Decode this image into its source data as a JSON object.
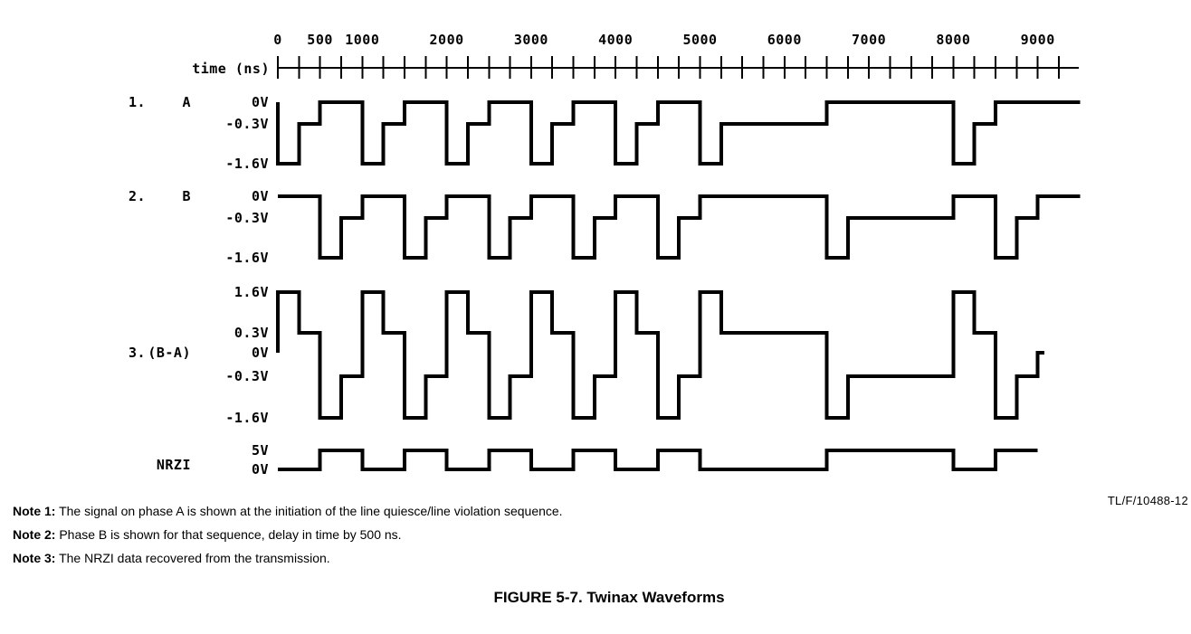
{
  "chart_data": {
    "type": "timing-waveform",
    "x_axis": {
      "label": "time (ns)",
      "tick_min": 0,
      "tick_max": 9250,
      "tick_step": 250,
      "labeled_ticks": [
        0,
        500,
        1000,
        2000,
        3000,
        4000,
        5000,
        6000,
        7000,
        8000,
        9000
      ]
    },
    "signals": [
      {
        "number": "1.",
        "name": "A",
        "unit": "V",
        "level_labels": [
          "0V",
          "-0.3V",
          "-1.6V"
        ],
        "segments_ns": [
          [
            0,
            0,
            "0V"
          ],
          [
            0,
            250,
            "-1.6V"
          ],
          [
            250,
            500,
            "-0.3V"
          ],
          [
            500,
            1000,
            "0V"
          ],
          [
            1000,
            1250,
            "-1.6V"
          ],
          [
            1250,
            1500,
            "-0.3V"
          ],
          [
            1500,
            2000,
            "0V"
          ],
          [
            2000,
            2250,
            "-1.6V"
          ],
          [
            2250,
            2500,
            "-0.3V"
          ],
          [
            2500,
            3000,
            "0V"
          ],
          [
            3000,
            3250,
            "-1.6V"
          ],
          [
            3250,
            3500,
            "-0.3V"
          ],
          [
            3500,
            4000,
            "0V"
          ],
          [
            4000,
            4250,
            "-1.6V"
          ],
          [
            4250,
            4500,
            "-0.3V"
          ],
          [
            4500,
            5000,
            "0V"
          ],
          [
            5000,
            5250,
            "-1.6V"
          ],
          [
            5250,
            6500,
            "-0.3V"
          ],
          [
            6500,
            8000,
            "0V"
          ],
          [
            8000,
            8250,
            "-1.6V"
          ],
          [
            8250,
            8500,
            "-0.3V"
          ],
          [
            8500,
            9500,
            "0V"
          ]
        ]
      },
      {
        "number": "2.",
        "name": "B",
        "unit": "V",
        "level_labels": [
          "0V",
          "-0.3V",
          "-1.6V"
        ],
        "segments_ns": [
          [
            0,
            500,
            "0V"
          ],
          [
            500,
            750,
            "-1.6V"
          ],
          [
            750,
            1000,
            "-0.3V"
          ],
          [
            1000,
            1500,
            "0V"
          ],
          [
            1500,
            1750,
            "-1.6V"
          ],
          [
            1750,
            2000,
            "-0.3V"
          ],
          [
            2000,
            2500,
            "0V"
          ],
          [
            2500,
            2750,
            "-1.6V"
          ],
          [
            2750,
            3000,
            "-0.3V"
          ],
          [
            3000,
            3500,
            "0V"
          ],
          [
            3500,
            3750,
            "-1.6V"
          ],
          [
            3750,
            4000,
            "-0.3V"
          ],
          [
            4000,
            4500,
            "0V"
          ],
          [
            4500,
            4750,
            "-1.6V"
          ],
          [
            4750,
            5000,
            "-0.3V"
          ],
          [
            5000,
            6500,
            "0V"
          ],
          [
            6500,
            6750,
            "-1.6V"
          ],
          [
            6750,
            8000,
            "-0.3V"
          ],
          [
            8000,
            8500,
            "0V"
          ],
          [
            8500,
            8750,
            "-1.6V"
          ],
          [
            8750,
            9000,
            "-0.3V"
          ],
          [
            9000,
            9500,
            "0V"
          ]
        ]
      },
      {
        "number": "3.",
        "name": "(B-A)",
        "unit": "V",
        "level_labels": [
          "1.6V",
          "0.3V",
          "0V",
          "-0.3V",
          "-1.6V"
        ],
        "segments_ns": [
          [
            0,
            0,
            "0V"
          ],
          [
            0,
            250,
            "1.6V"
          ],
          [
            250,
            500,
            "0.3V"
          ],
          [
            500,
            750,
            "-1.6V"
          ],
          [
            750,
            1000,
            "-0.3V"
          ],
          [
            1000,
            1250,
            "1.6V"
          ],
          [
            1250,
            1500,
            "0.3V"
          ],
          [
            1500,
            1750,
            "-1.6V"
          ],
          [
            1750,
            2000,
            "-0.3V"
          ],
          [
            2000,
            2250,
            "1.6V"
          ],
          [
            2250,
            2500,
            "0.3V"
          ],
          [
            2500,
            2750,
            "-1.6V"
          ],
          [
            2750,
            3000,
            "-0.3V"
          ],
          [
            3000,
            3250,
            "1.6V"
          ],
          [
            3250,
            3500,
            "0.3V"
          ],
          [
            3500,
            3750,
            "-1.6V"
          ],
          [
            3750,
            4000,
            "-0.3V"
          ],
          [
            4000,
            4250,
            "1.6V"
          ],
          [
            4250,
            4500,
            "0.3V"
          ],
          [
            4500,
            4750,
            "-1.6V"
          ],
          [
            4750,
            5000,
            "-0.3V"
          ],
          [
            5000,
            5250,
            "1.6V"
          ],
          [
            5250,
            6500,
            "0.3V"
          ],
          [
            6500,
            6750,
            "-1.6V"
          ],
          [
            6750,
            8000,
            "-0.3V"
          ],
          [
            8000,
            8250,
            "1.6V"
          ],
          [
            8250,
            8500,
            "0.3V"
          ],
          [
            8500,
            8750,
            "-1.6V"
          ],
          [
            8750,
            9000,
            "-0.3V"
          ],
          [
            9000,
            9080,
            "0V"
          ]
        ]
      },
      {
        "number": "",
        "name": "NRZI",
        "unit": "V",
        "level_labels": [
          "5V",
          "0V"
        ],
        "segments_ns": [
          [
            0,
            500,
            "0V"
          ],
          [
            500,
            1000,
            "5V"
          ],
          [
            1000,
            1500,
            "0V"
          ],
          [
            1500,
            2000,
            "5V"
          ],
          [
            2000,
            2500,
            "0V"
          ],
          [
            2500,
            3000,
            "5V"
          ],
          [
            3000,
            3500,
            "0V"
          ],
          [
            3500,
            4000,
            "5V"
          ],
          [
            4000,
            4500,
            "0V"
          ],
          [
            4500,
            5000,
            "5V"
          ],
          [
            5000,
            6500,
            "0V"
          ],
          [
            6500,
            8000,
            "5V"
          ],
          [
            8000,
            8500,
            "0V"
          ],
          [
            8500,
            9000,
            "5V"
          ]
        ]
      }
    ],
    "colors": {
      "trace": "#000000",
      "background": "#ffffff"
    }
  },
  "annotations": {
    "doc_number": "TL/F/10488-12",
    "notes": [
      {
        "label": "Note 1:",
        "text": "The signal on phase A is shown at the initiation of the line quiesce/line violation sequence."
      },
      {
        "label": "Note 2:",
        "text": "Phase B is shown for that sequence, delay in time by 500 ns."
      },
      {
        "label": "Note 3:",
        "text": "The NRZI data recovered from the transmission."
      }
    ],
    "caption": "FIGURE 5-7. Twinax Waveforms"
  }
}
